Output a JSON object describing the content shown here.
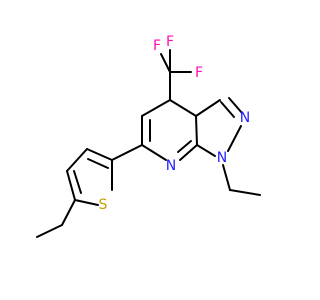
{
  "molecule": {
    "atoms": [
      {
        "id": "F1",
        "label": "F",
        "color": "#ff0db2"
      },
      {
        "id": "F2",
        "label": "F",
        "color": "#ff0db2"
      },
      {
        "id": "F3",
        "label": "F",
        "color": "#ff0db2"
      },
      {
        "id": "N_pyrazole",
        "label": "N",
        "color": "#1f1fff"
      },
      {
        "id": "N_ethyl",
        "label": "N",
        "color": "#1f1fff"
      },
      {
        "id": "N_pyridine",
        "label": "N",
        "color": "#1f1fff"
      },
      {
        "id": "S_thiophene",
        "label": "S",
        "color": "#c8a000"
      }
    ],
    "bond_color": "#000000"
  }
}
